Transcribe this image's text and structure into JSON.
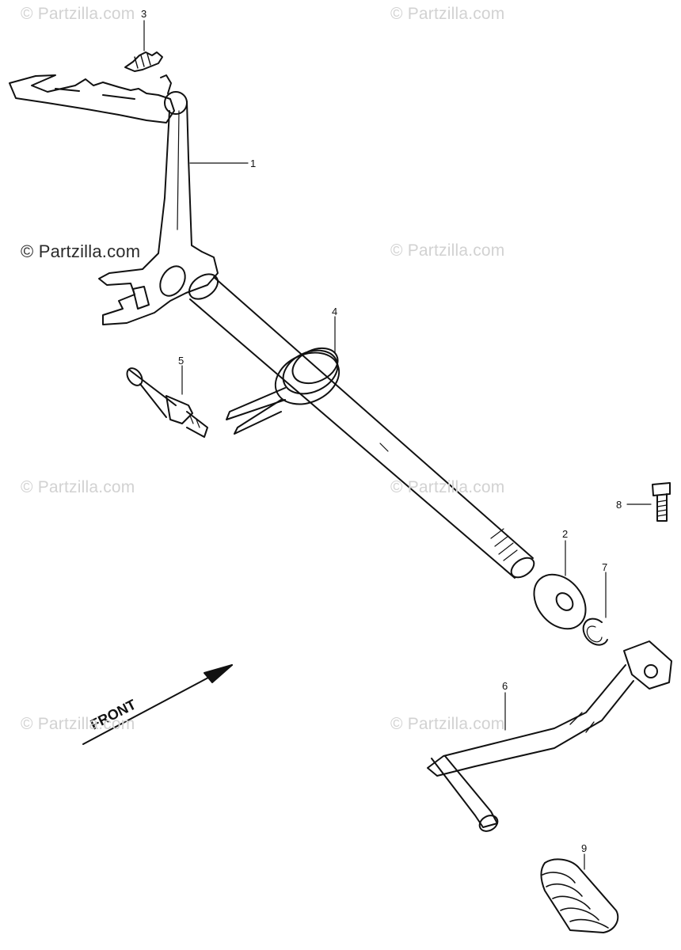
{
  "watermarks": [
    "© Partzilla.com",
    "© Partzilla.com",
    "© Partzilla.com",
    "© Partzilla.com",
    "© Partzilla.com",
    "© Partzilla.com",
    "© Partzilla.com",
    "© Partzilla.com"
  ],
  "callouts": [
    "1",
    "2",
    "3",
    "4",
    "5",
    "6",
    "7",
    "8",
    "9"
  ],
  "front_label": "FRONT",
  "parts": [
    "shift-drum-shift-arm-assembly",
    "washer",
    "shift-arm-spring",
    "gearshift-spindle-return-spring",
    "return-spring-stopper-pin",
    "gear-change-pedal",
    "circlip",
    "pedal-pinch-bolt",
    "pedal-rubber"
  ],
  "colors": {
    "line": "#111111",
    "watermark": "#d2d2d2",
    "background": "#ffffff"
  }
}
